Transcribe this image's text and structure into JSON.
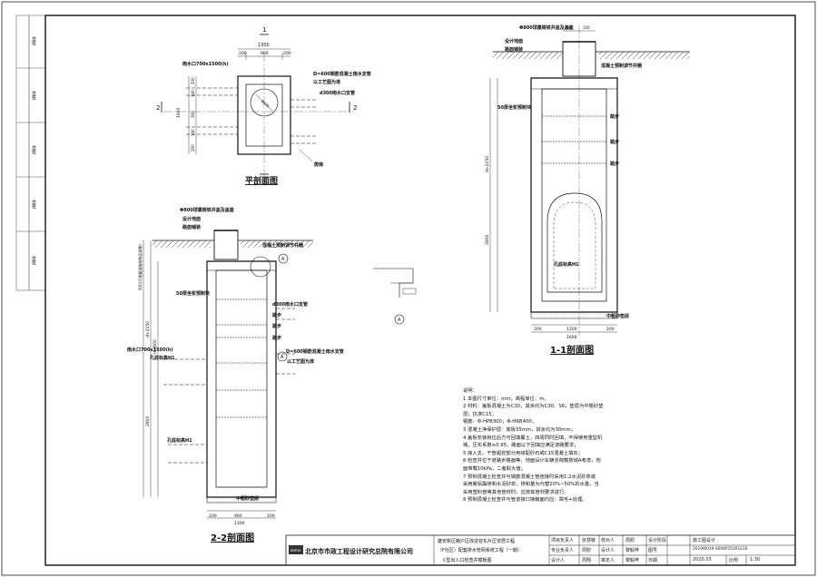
{
  "drawing": {
    "plan_title": "平剖面图",
    "sec11_title": "1-1剖面图",
    "sec22_title": "2-2剖面图"
  },
  "markers": {
    "n1": "1",
    "n2": "2",
    "detail": "A"
  },
  "plan": {
    "dim_total": "1300",
    "dim_top": [
      "200",
      "900",
      "200"
    ],
    "dim_left": [
      "200",
      "140",
      "360",
      "140",
      "200"
    ],
    "dim_left_total": "1600",
    "pipe_diameter": "Φ600",
    "label_inlet": "雨水口700x1500(h)",
    "label_main": "D=600钢筋混凝土雨水支管",
    "label_main2": "以工艺图为准",
    "label_branch": "d300雨水口支管",
    "label_step": "爬梯"
  },
  "section22": {
    "cover_label": "Φ800球墨铸铁井盖及盖座",
    "road_label1": "设计地面",
    "road_label2": "路面铺装",
    "ring_label": "混凝土预制调节井圈",
    "step50": "50厚坐浆预制块",
    "branch": "d300雨水口支管",
    "ladder1": "踏步",
    "ladder2": "踏步",
    "ladder3": "踏步",
    "inlet": "雨水口700x1500(h)",
    "pipe_top": "孔底标高H1",
    "main": "D=600钢筋混凝土雨水支管",
    "main2": "以工艺图为准",
    "bottom_label": "孔底标高H1",
    "base": "中粗砂垫层",
    "dim_h1": "500(可根据道路结构层调整)",
    "dim_h2": "d+2150",
    "dim_h3": "2800",
    "dim_h4": "H=600",
    "dim_w": "1300",
    "dim_w2": [
      "200",
      "900",
      "200"
    ]
  },
  "section11": {
    "cover_label": "Φ800球墨铸铁井盖及盖座",
    "road1": "设计地面",
    "road2": "路面铺装",
    "ring": "混凝土预制调节井圈",
    "step50": "50厚坐浆预制块",
    "lad1": "踏步",
    "lad2": "踏步",
    "lad3": "踏步",
    "bottom": "孔底标高H1",
    "base": "中粗砂垫层",
    "dim_h": "d+2150",
    "dim_h2": "2800",
    "dim_w": "1600",
    "dim_w_inner": "1200",
    "dim_w_parts": [
      "200",
      "200"
    ],
    "dim_top": [
      "100",
      "100"
    ]
  },
  "notes": [
    "说明：",
    "1 本图尺寸单位：mm；高程单位：m。",
    "2 材料：盖板混凝土为C30，其余均为C30、S6；垫层为中粗砂垫",
    "层；抗渗C15；",
    "   钢筋：Φ-HPB300；Φ-HRB400；",
    "3 混凝土净保护层：底板35mm，其余均为30mm；",
    "4 盖板安装就位后方可回填覆土，四周同时回填，不得使用重型机",
    "械，压实系数≥0.95，路面以下回填应满足道路要求；",
    "5 接入支、干管超挖部分用级配砂石或C15混凝土填实；",
    "6 检查井位于道路步路面等，地面设计车辆活荷载按城A考虑，地",
    "面堆载10kPa，二者取大值；",
    "7 预制混凝土检查井与钢筋混凝土管连接时采用1:2水泥砂浆或",
    "采用聚氨酯掺和水泥砂浆，掺和量为代替20%~50%的水量，当",
    "采用塑料管等其他管材时，应按其管材要求进行。",
    "8 预制混凝土检查井与管道接口接触面均应：凿毛+处理。"
  ],
  "titleblock": {
    "company": "北京市市政工程设计研究总院有限公司",
    "logo_text": "BMEDI",
    "project1": "雄安新区棚户区改造容东片区安居工程",
    "project2": "（F社区）配套排水管网系统工程（一期）",
    "project3": "C型出入口检查井模板图",
    "rows": [
      [
        "项目负责人",
        "张慧敏",
        "校对人",
        "周慰",
        "设计阶段",
        "施工图设计"
      ],
      [
        "专业负责人",
        "周慰",
        "设计人",
        "黎毅梓",
        "图号",
        "2019W039-S008F051R1E16"
      ],
      [
        "设计人",
        "周翔",
        "审定人",
        "黎毅梓",
        "日期",
        "2020.03",
        "比例",
        "1:30"
      ]
    ]
  },
  "side_stamps": [
    "会签",
    "会签",
    "会签",
    "会签",
    "会签"
  ]
}
